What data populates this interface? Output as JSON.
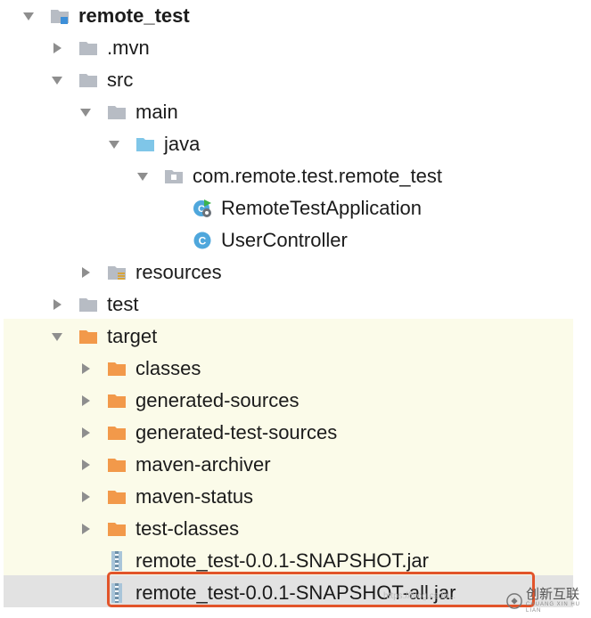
{
  "tree": {
    "rows": [
      {
        "label": "remote_test",
        "bold": true,
        "arrow": "expanded",
        "icon": "module-folder-icon"
      },
      {
        "label": ".mvn",
        "arrow": "collapsed",
        "icon": "folder-icon"
      },
      {
        "label": "src",
        "arrow": "expanded",
        "icon": "folder-icon"
      },
      {
        "label": "main",
        "arrow": "expanded",
        "icon": "folder-icon"
      },
      {
        "label": "java",
        "arrow": "expanded",
        "icon": "source-root-folder-icon"
      },
      {
        "label": "com.remote.test.remote_test",
        "arrow": "expanded",
        "icon": "package-icon"
      },
      {
        "label": "RemoteTestApplication",
        "arrow": "none",
        "icon": "spring-boot-application-class-icon"
      },
      {
        "label": "UserController",
        "arrow": "none",
        "icon": "java-class-icon"
      },
      {
        "label": "resources",
        "arrow": "collapsed",
        "icon": "resources-folder-icon"
      },
      {
        "label": "test",
        "arrow": "collapsed",
        "icon": "folder-icon"
      },
      {
        "label": "target",
        "arrow": "expanded",
        "icon": "excluded-folder-icon"
      },
      {
        "label": "classes",
        "arrow": "collapsed",
        "icon": "excluded-folder-icon"
      },
      {
        "label": "generated-sources",
        "arrow": "collapsed",
        "icon": "excluded-folder-icon"
      },
      {
        "label": "generated-test-sources",
        "arrow": "collapsed",
        "icon": "excluded-folder-icon"
      },
      {
        "label": "maven-archiver",
        "arrow": "collapsed",
        "icon": "excluded-folder-icon"
      },
      {
        "label": "maven-status",
        "arrow": "collapsed",
        "icon": "excluded-folder-icon"
      },
      {
        "label": "test-classes",
        "arrow": "collapsed",
        "icon": "excluded-folder-icon"
      },
      {
        "label": "remote_test-0.0.1-SNAPSHOT.jar",
        "arrow": "none",
        "icon": "jar-archive-icon"
      },
      {
        "label": "remote_test-0.0.1-SNAPSHOT-all.jar",
        "arrow": "none",
        "icon": "jar-archive-icon",
        "selected": true,
        "highlighted": true
      }
    ]
  },
  "colors": {
    "excluded_band": "#fbfbe9",
    "selection": "#e2e2e2",
    "highlight_border": "#e2542a",
    "plain_folder": "#b7bcc4",
    "source_folder": "#7fc6e8",
    "excluded_folder": "#f2994a"
  },
  "watermark": {
    "url": "https://blog.csdn...",
    "logo_text": "创新互联",
    "logo_subtext": "CHUANG XIN HU LIAN"
  }
}
